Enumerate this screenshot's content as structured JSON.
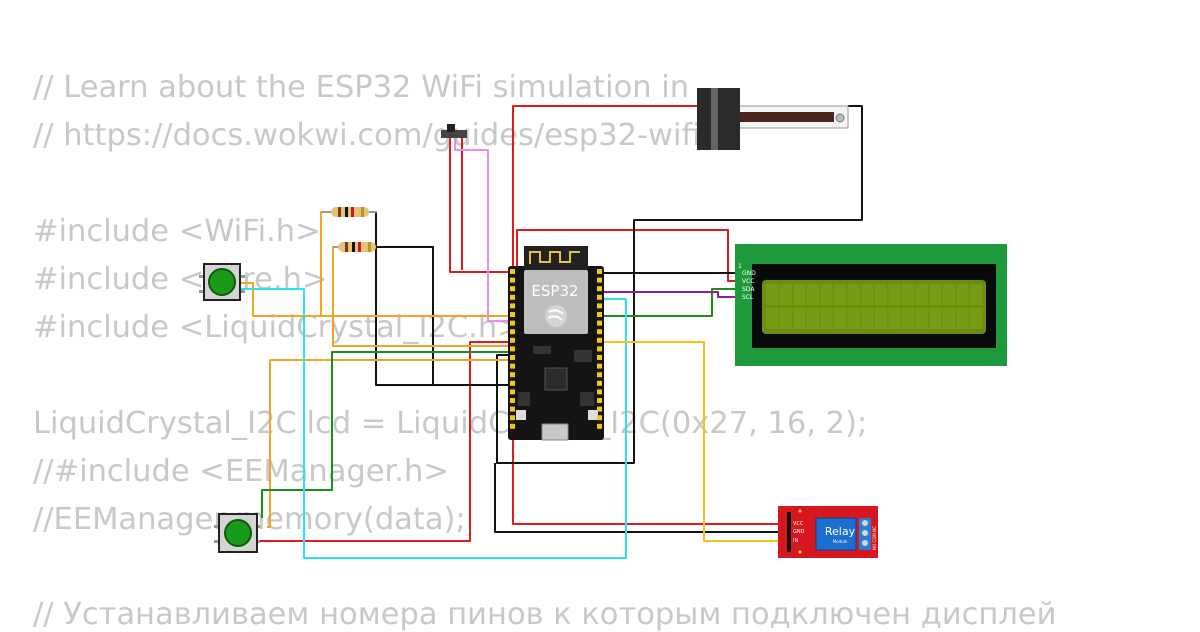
{
  "code_lines": [
    "// Learn about the ESP32 WiFi simulation in",
    "// https://docs.wokwi.com/guides/esp32-wifi",
    "",
    "#include <WiFi.h>",
    "#include <Wire.h>",
    "#include <LiquidCrystal_I2C.h>",
    "",
    "LiquidCrystal_I2C lcd = LiquidCrystal_I2C(0x27, 16, 2);",
    "//#include <EEManager.h>",
    "//EEManager memory(data);",
    "",
    "// Устанавливаем номера пинов к которым подключен дисплей"
  ],
  "board": {
    "label": "ESP32",
    "variant": "esp32-devkit"
  },
  "lcd": {
    "pins": [
      "GND",
      "VCC",
      "SDA",
      "SCL"
    ],
    "backlight_color": "#6b8e0d",
    "pcb_color": "#1e9a3c"
  },
  "relay": {
    "label_top": "Relay",
    "label_bottom": "Module",
    "pins": [
      "VCC",
      "GND",
      "IN"
    ],
    "side_labels": [
      "NO COM NC"
    ],
    "pcb_color": "#d7171f"
  },
  "wire_colors": {
    "red": "#e01b1b",
    "black": "#111111",
    "orange": "#f4a422",
    "cyan": "#27e4f0",
    "green": "#1a8f1a",
    "purple": "#8e1f8e",
    "violet": "#e58ee5",
    "yellow": "#f5c314"
  }
}
